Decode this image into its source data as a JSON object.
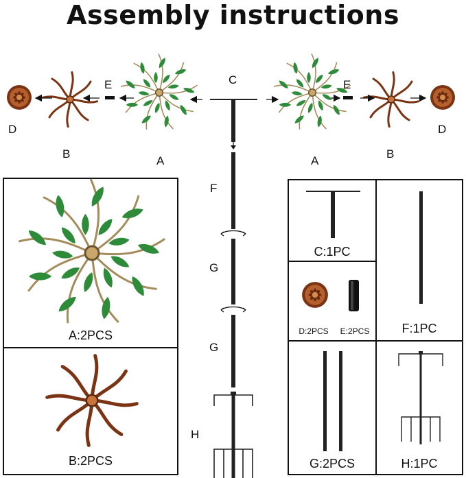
{
  "title": "Assembly instructions",
  "top_labels": {
    "d_left": "D",
    "b_left": "B",
    "e_left": "E",
    "a_left": "A",
    "c": "C",
    "a_right": "A",
    "e_right": "E",
    "b_right": "B",
    "d_right": "D"
  },
  "center_labels": {
    "f": "F",
    "g1": "G",
    "g2": "G",
    "h": "H"
  },
  "parts": {
    "a": "A:2PCS",
    "b": "B:2PCS",
    "c": "C:1PC",
    "d": "D:2PCS",
    "e": "E:2PCS",
    "f": "F:1PC",
    "g": "G:2PCS",
    "h": "H:1PC"
  },
  "colors": {
    "leaf_green": "#2e8b3a",
    "copper": "#8a3f1c",
    "copper_light": "#c9743b",
    "gold_wire": "#a38b5a",
    "pole": "#222222"
  }
}
